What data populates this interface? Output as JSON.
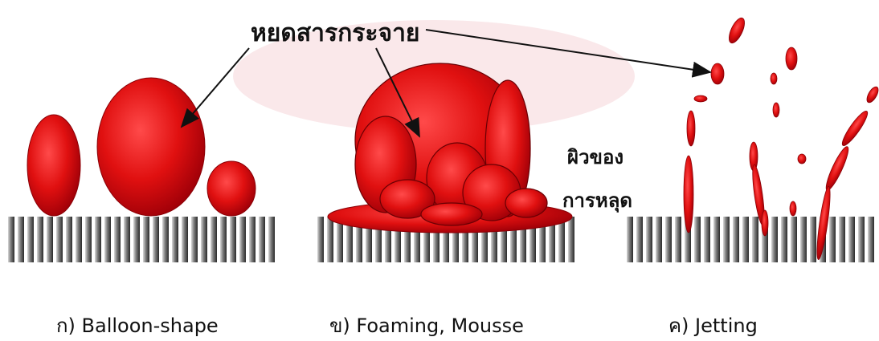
{
  "labels": {
    "callout": "หยดสารกระจาย",
    "side_line1": "ผิวของ",
    "side_line2": "การหลุด"
  },
  "captions": {
    "a": "ก) Balloon-shape",
    "b": "ข) Foaming, Mousse",
    "c": "ค) Jetting"
  },
  "colors": {
    "droplet_dark": "#b00008",
    "droplet_light": "#ff3a3a",
    "bar_dark": "#3a3a3a",
    "bar_light": "#c8c8c8",
    "text": "#111111"
  }
}
